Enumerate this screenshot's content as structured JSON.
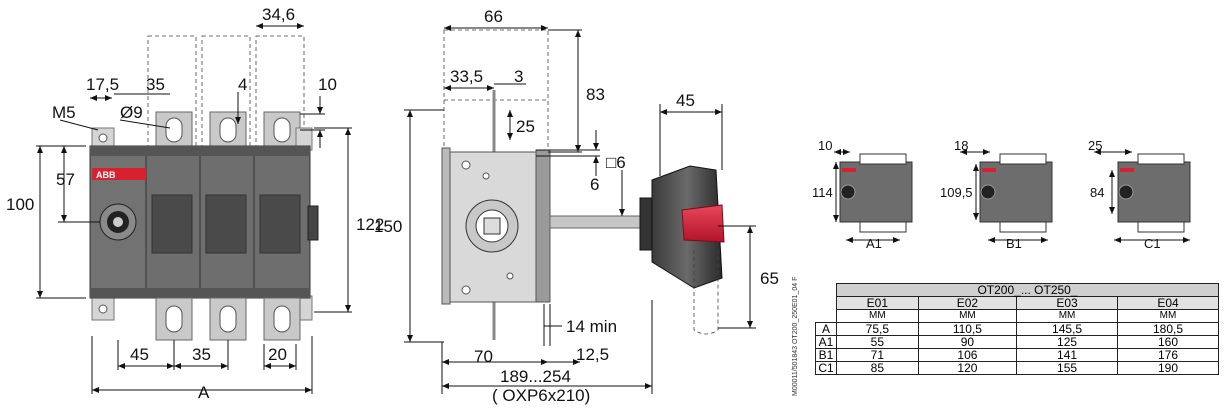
{
  "front_view": {
    "dims": {
      "d1": "34,6",
      "d2": "17,5",
      "d3": "35",
      "d4": "4",
      "d5": "10",
      "d6": "M5",
      "d7": "Ø9",
      "d8": "57",
      "d9": "100",
      "d10": "122",
      "d11": "45",
      "d12": "35",
      "d13": "20",
      "d14": "A"
    },
    "brand": "ABB"
  },
  "side_view": {
    "dims": {
      "d1": "66",
      "d2": "33,5",
      "d3": "3",
      "d4": "83",
      "d5": "25",
      "d6": "6",
      "d7": "□6",
      "d8": "45",
      "d9": "150",
      "d10": "65",
      "d11": "14 min",
      "d12": "70",
      "d13": "12,5",
      "d14": "189...254",
      "d15": "( OXP6x210)"
    }
  },
  "small_views": [
    {
      "top": "10",
      "side": "114",
      "bottom": "A1"
    },
    {
      "top": "18",
      "side": "109,5",
      "bottom": "B1"
    },
    {
      "top": "25",
      "side": "84",
      "bottom": "C1"
    }
  ],
  "side_code": "M00011/501843 OT200_250E01_04 F",
  "table": {
    "title": "OT200_... OT250_",
    "columns": [
      "E01",
      "E02",
      "E03",
      "E04"
    ],
    "units": [
      "MM",
      "MM",
      "MM",
      "MM"
    ],
    "rows": [
      {
        "label": "A",
        "values": [
          "75,5",
          "110,5",
          "145,5",
          "180,5"
        ]
      },
      {
        "label": "A1",
        "values": [
          "55",
          "90",
          "125",
          "160"
        ]
      },
      {
        "label": "B1",
        "values": [
          "71",
          "106",
          "141",
          "176"
        ]
      },
      {
        "label": "C1",
        "values": [
          "85",
          "120",
          "155",
          "190"
        ]
      }
    ]
  }
}
